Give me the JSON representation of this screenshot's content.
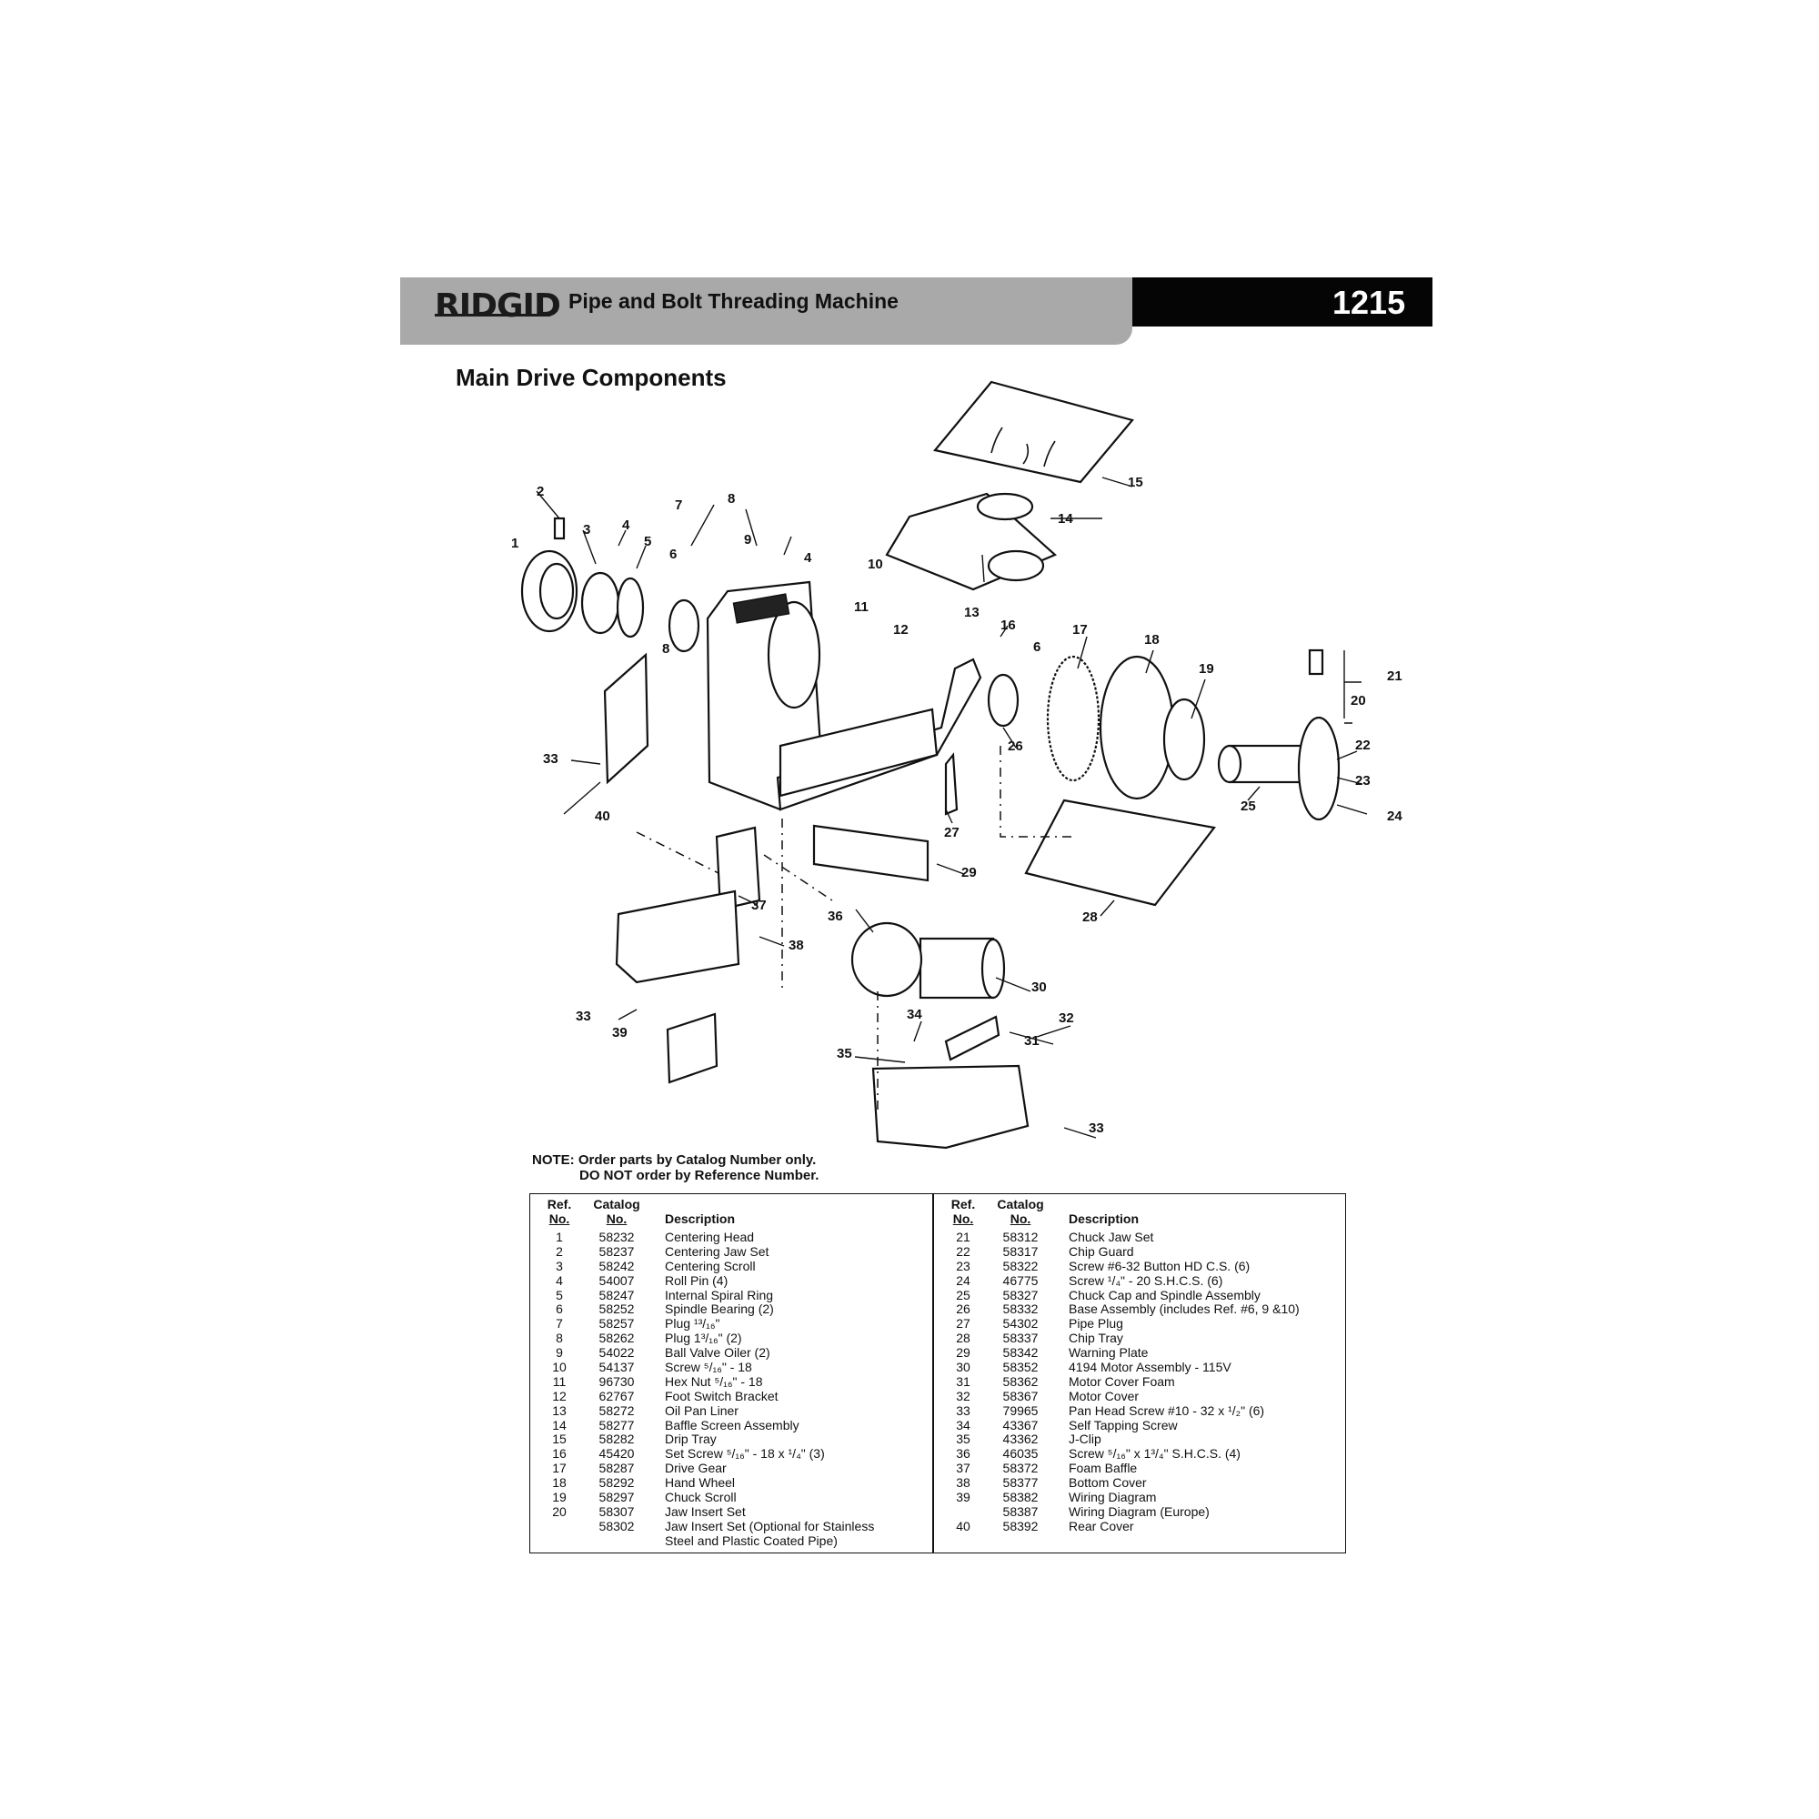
{
  "header": {
    "brand": "RIDGID",
    "title": "Pipe and Bolt Threading Machine",
    "model": "1215"
  },
  "section_title": "Main Drive Components",
  "callouts": [
    "1",
    "2",
    "3",
    "4",
    "5",
    "6",
    "7",
    "8",
    "9",
    "4",
    "10",
    "11",
    "12",
    "13",
    "14",
    "15",
    "16",
    "6",
    "17",
    "18",
    "19",
    "21",
    "20",
    "22",
    "23",
    "24",
    "25",
    "26",
    "27",
    "28",
    "29",
    "33",
    "40",
    "8",
    "37",
    "38",
    "36",
    "30",
    "31",
    "32",
    "34",
    "35",
    "33",
    "39",
    "33"
  ],
  "note": {
    "line1": "NOTE: Order parts by Catalog Number only.",
    "line2": "DO NOT order by Reference Number."
  },
  "table": {
    "headers": {
      "ref": [
        "Ref.",
        "No."
      ],
      "catalog": [
        "Catalog",
        "No."
      ],
      "description": "Description"
    },
    "left": [
      {
        "ref": "1",
        "catalog": "58232",
        "description": "Centering Head"
      },
      {
        "ref": "2",
        "catalog": "58237",
        "description": "Centering Jaw Set"
      },
      {
        "ref": "3",
        "catalog": "58242",
        "description": "Centering Scroll"
      },
      {
        "ref": "4",
        "catalog": "54007",
        "description": "Roll Pin (4)"
      },
      {
        "ref": "5",
        "catalog": "58247",
        "description": "Internal Spiral Ring"
      },
      {
        "ref": "6",
        "catalog": "58252",
        "description": "Spindle Bearing (2)"
      },
      {
        "ref": "7",
        "catalog": "58257",
        "description": "Plug ¹³/₁₆\""
      },
      {
        "ref": "8",
        "catalog": "58262",
        "description": "Plug 1³/₁₆\" (2)"
      },
      {
        "ref": "9",
        "catalog": "54022",
        "description": "Ball Valve Oiler (2)"
      },
      {
        "ref": "10",
        "catalog": "54137",
        "description": "Screw ⁵/₁₆\" - 18"
      },
      {
        "ref": "11",
        "catalog": "96730",
        "description": "Hex Nut ⁵/₁₆\" - 18"
      },
      {
        "ref": "12",
        "catalog": "62767",
        "description": "Foot Switch Bracket"
      },
      {
        "ref": "13",
        "catalog": "58272",
        "description": "Oil Pan Liner"
      },
      {
        "ref": "14",
        "catalog": "58277",
        "description": "Baffle Screen Assembly"
      },
      {
        "ref": "15",
        "catalog": "58282",
        "description": "Drip Tray"
      },
      {
        "ref": "16",
        "catalog": "45420",
        "description": "Set Screw ⁵/₁₆\" - 18 x ¹/₄\" (3)"
      },
      {
        "ref": "17",
        "catalog": "58287",
        "description": "Drive Gear"
      },
      {
        "ref": "18",
        "catalog": "58292",
        "description": "Hand Wheel"
      },
      {
        "ref": "19",
        "catalog": "58297",
        "description": "Chuck Scroll"
      },
      {
        "ref": "20",
        "catalog": "58307",
        "description": "Jaw Insert Set"
      },
      {
        "ref": "",
        "catalog": "58302",
        "description": "Jaw Insert Set (Optional for Stainless"
      },
      {
        "ref": "",
        "catalog": "",
        "description": "Steel and Plastic Coated Pipe)"
      }
    ],
    "right": [
      {
        "ref": "21",
        "catalog": "58312",
        "description": "Chuck Jaw Set"
      },
      {
        "ref": "22",
        "catalog": "58317",
        "description": "Chip Guard"
      },
      {
        "ref": "23",
        "catalog": "58322",
        "description": "Screw #6-32 Button HD C.S. (6)"
      },
      {
        "ref": "24",
        "catalog": "46775",
        "description": "Screw ¹/₄\" - 20 S.H.C.S. (6)"
      },
      {
        "ref": "25",
        "catalog": "58327",
        "description": "Chuck Cap and Spindle Assembly"
      },
      {
        "ref": "26",
        "catalog": "58332",
        "description": "Base Assembly (includes Ref. #6, 9 &10)"
      },
      {
        "ref": "27",
        "catalog": "54302",
        "description": "Pipe Plug"
      },
      {
        "ref": "28",
        "catalog": "58337",
        "description": "Chip Tray"
      },
      {
        "ref": "29",
        "catalog": "58342",
        "description": "Warning Plate"
      },
      {
        "ref": "30",
        "catalog": "58352",
        "description": "4194 Motor Assembly - 115V"
      },
      {
        "ref": "31",
        "catalog": "58362",
        "description": "Motor Cover Foam"
      },
      {
        "ref": "32",
        "catalog": "58367",
        "description": "Motor Cover"
      },
      {
        "ref": "33",
        "catalog": "79965",
        "description": "Pan Head Screw #10 - 32 x ¹/₂\" (6)"
      },
      {
        "ref": "34",
        "catalog": "43367",
        "description": "Self Tapping Screw"
      },
      {
        "ref": "35",
        "catalog": "43362",
        "description": "J-Clip"
      },
      {
        "ref": "36",
        "catalog": "46035",
        "description": "Screw ⁵/₁₆\" x 1³/₄\" S.H.C.S. (4)"
      },
      {
        "ref": "37",
        "catalog": "58372",
        "description": "Foam Baffle"
      },
      {
        "ref": "38",
        "catalog": "58377",
        "description": "Bottom Cover"
      },
      {
        "ref": "39",
        "catalog": "58382",
        "description": "Wiring Diagram"
      },
      {
        "ref": "",
        "catalog": "58387",
        "description": "Wiring Diagram (Europe)"
      },
      {
        "ref": "40",
        "catalog": "58392",
        "description": "Rear Cover"
      }
    ]
  }
}
